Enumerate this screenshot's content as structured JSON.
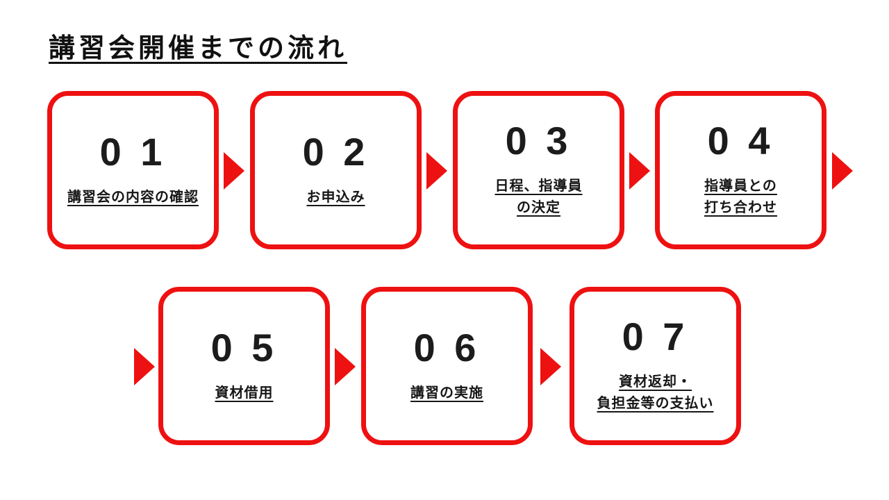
{
  "page": {
    "title": "講習会開催までの流れ",
    "background_color": "#ffffff",
    "accent_color": "#ee1111",
    "text_color": "#1a1a1a"
  },
  "steps": [
    {
      "number": "0 1",
      "label_lines": [
        "講習会の内容の確認"
      ]
    },
    {
      "number": "0 2",
      "label_lines": [
        "お申込み"
      ]
    },
    {
      "number": "0 3",
      "label_lines": [
        "日程、指導員",
        "の決定"
      ]
    },
    {
      "number": "0 4",
      "label_lines": [
        "指導員との",
        "打ち合わせ"
      ]
    },
    {
      "number": "0 5",
      "label_lines": [
        "資材借用"
      ]
    },
    {
      "number": "0 6",
      "label_lines": [
        "講習の実施"
      ]
    },
    {
      "number": "0 7",
      "label_lines": [
        "資材返却・",
        "負担金等の支払い"
      ]
    }
  ]
}
